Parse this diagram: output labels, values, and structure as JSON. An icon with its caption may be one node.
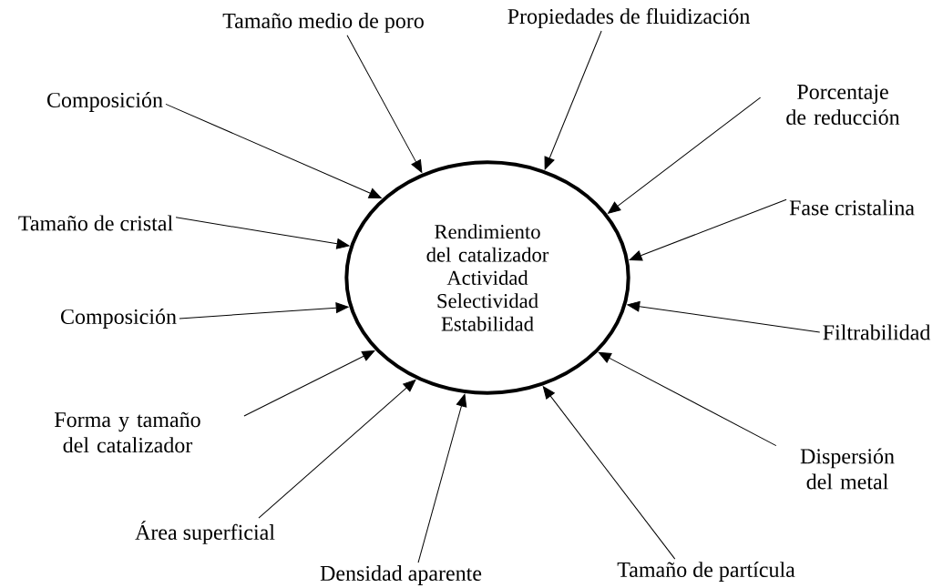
{
  "diagram": {
    "nodes": [
      {
        "text": [
          "Rendimiento del catalizador",
          "Actividad",
          "Selectividad",
          "Estabilidad"
        ]
      },
      {
        "text": [
          "Tamaño medio de poro"
        ]
      },
      {
        "text": [
          "Propiedades de fluidización"
        ]
      },
      {
        "text": [
          "Composición"
        ]
      },
      {
        "text": [
          "Porcentaje de reducción"
        ]
      },
      {
        "text": [
          "Tamaño de cristal"
        ]
      },
      {
        "text": [
          "Fase cristalina"
        ]
      },
      {
        "text": [
          "Composición"
        ]
      },
      {
        "text": [
          "Filtrabilidad"
        ]
      },
      {
        "text": [
          "Forma y tamaño del catalizador"
        ]
      },
      {
        "text": [
          "Dispersión del metal"
        ]
      },
      {
        "text": [
          "Área superficial"
        ]
      },
      {
        "text": [
          "Densidad aparente"
        ]
      },
      {
        "text": [
          "Tamaño de partícula"
        ]
      }
    ],
    "edges": [
      {
        "from": 1,
        "to": 0,
        "arrow": "to"
      },
      {
        "from": 2,
        "to": 0,
        "arrow": "to"
      },
      {
        "from": 3,
        "to": 0,
        "arrow": "to"
      },
      {
        "from": 4,
        "to": 0,
        "arrow": "to"
      },
      {
        "from": 5,
        "to": 0,
        "arrow": "to"
      },
      {
        "from": 6,
        "to": 0,
        "arrow": "to"
      },
      {
        "from": 7,
        "to": 0,
        "arrow": "to"
      },
      {
        "from": 8,
        "to": 0,
        "arrow": "to"
      },
      {
        "from": 9,
        "to": 0,
        "arrow": "to"
      },
      {
        "from": 10,
        "to": 0,
        "arrow": "to"
      },
      {
        "from": 11,
        "to": 0,
        "arrow": "to"
      },
      {
        "from": 12,
        "to": 0,
        "arrow": "to"
      },
      {
        "from": 13,
        "to": 0,
        "arrow": "to"
      }
    ]
  }
}
